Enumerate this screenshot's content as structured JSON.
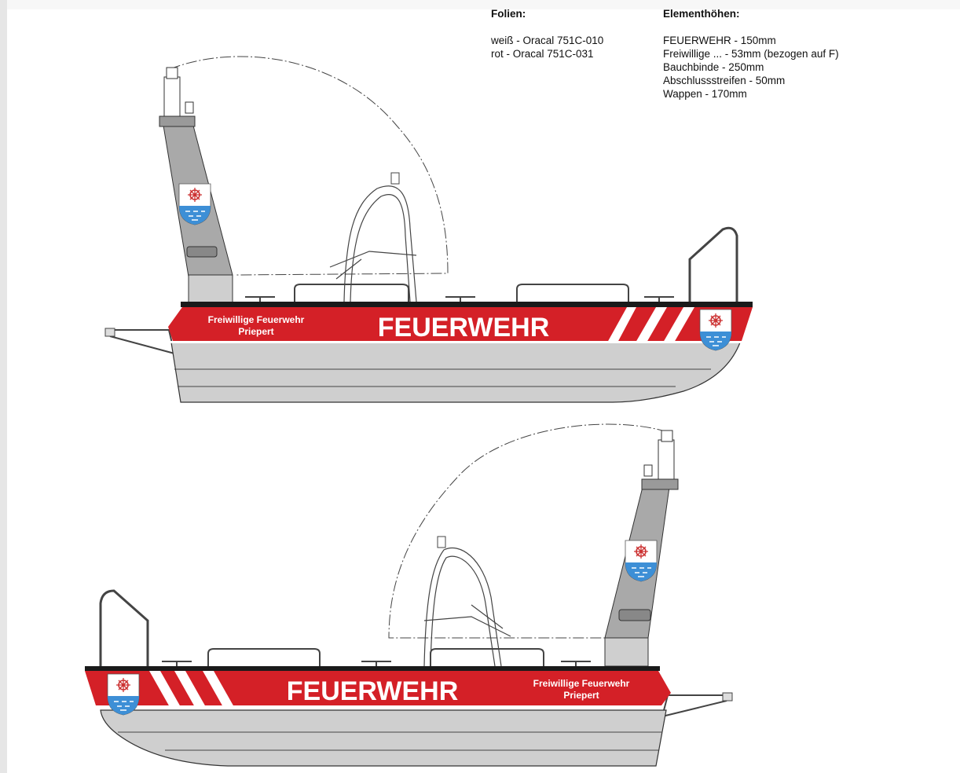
{
  "specs": {
    "folien": {
      "heading": "Folien:",
      "lines": [
        "weiß - Oracal 751C-010",
        "rot - Oracal 751C-031"
      ]
    },
    "elementhoehen": {
      "heading": "Elementhöhen:",
      "lines": [
        "FEUERWEHR - 150mm",
        "Freiwillige ... - 53mm (bezogen auf F)",
        "Bauchbinde - 250mm",
        "Abschlussstreifen - 50mm",
        "Wappen - 170mm"
      ]
    }
  },
  "boats": [
    {
      "main_text": "FEUERWEHR",
      "sub_text_1": "Freiwillige Feuerwehr",
      "sub_text_2": "Priepert"
    },
    {
      "main_text": "FEUERWEHR",
      "sub_text_1": "Freiwillige Feuerwehr",
      "sub_text_2": "Priepert"
    }
  ],
  "colors": {
    "red": "#d42027",
    "white": "#ffffff",
    "hull_grey": "#cfcfcf",
    "mast_grey": "#a9a9a9",
    "line": "#222222",
    "crest_blue": "#3d8fd6"
  }
}
